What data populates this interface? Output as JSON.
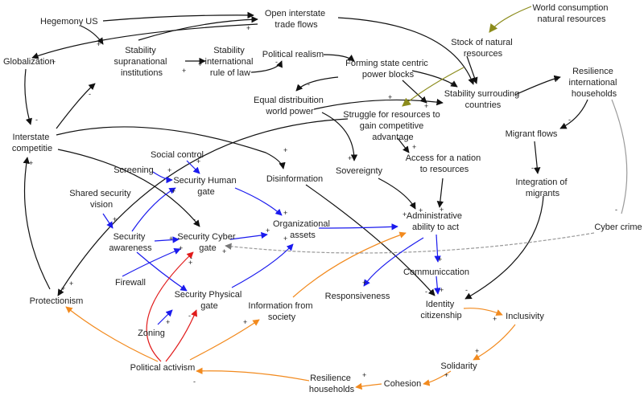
{
  "colors": {
    "black": "#111111",
    "blue": "#1a1aee",
    "orange": "#f28a1e",
    "red": "#e11b1b",
    "olive": "#8c8c1c",
    "gray": "#9a9a9a"
  },
  "nodes": {
    "hegemony_us": [
      "Hegemony US"
    ],
    "globalization": [
      "Globalization"
    ],
    "open_trade": [
      "Open interstate",
      "trade flows"
    ],
    "world_consumption": [
      "World consumption",
      "natural resources"
    ],
    "stability_supranational": [
      "Stability",
      "supranational",
      "institutions"
    ],
    "stability_international": [
      "Stability",
      "international",
      "rule of law"
    ],
    "political_realism": [
      "Political realism"
    ],
    "stock_natural": [
      "Stock of natural",
      "resources"
    ],
    "forming_blocks": [
      "Forming state centric",
      "power blocks"
    ],
    "resilience_intl": [
      "Resilience",
      "international",
      "households"
    ],
    "equal_distribution": [
      "Equal distribuition",
      "world power"
    ],
    "stability_surrounding": [
      "Stability surrouding",
      "countries"
    ],
    "struggle": [
      "Struggle for resources to",
      "gain competitive",
      "advantage"
    ],
    "interstate_competition": [
      "Interstate",
      "competitie"
    ],
    "social_control": [
      "Social control"
    ],
    "screening": [
      "Screening"
    ],
    "security_human": [
      "Security Human",
      "gate"
    ],
    "disinformation": [
      "Disinformation"
    ],
    "sovereignty": [
      "Sovereignty"
    ],
    "access_resources": [
      "Access for a nation",
      "to resources"
    ],
    "migrant_flows": [
      "Migrant flows"
    ],
    "integration_migrants": [
      "Integration of",
      "migrants"
    ],
    "shared_vision": [
      "Shared security",
      "vision"
    ],
    "organizational_assets": [
      "Organizational",
      "assets"
    ],
    "administrative": [
      "Administrative",
      "ability to act"
    ],
    "cyber_crime": [
      "Cyber crime"
    ],
    "security_awareness": [
      "Security",
      "awareness"
    ],
    "security_cyber": [
      "Security Cyber",
      "gate"
    ],
    "firewall": [
      "Firewall"
    ],
    "communication": [
      "Communiccation"
    ],
    "protectionism": [
      "Protectionism"
    ],
    "security_physical": [
      "Security Physical",
      "gate"
    ],
    "information_society": [
      "Information from",
      "society"
    ],
    "responsiveness": [
      "Responsiveness"
    ],
    "identity": [
      "Identity",
      "citizenship"
    ],
    "inclusivity": [
      "Inclusivity"
    ],
    "zoning": [
      "Zoning"
    ],
    "solidarity": [
      "Solidarity"
    ],
    "political_activism": [
      "Political activism"
    ],
    "resilience_households": [
      "Resilience",
      "households"
    ],
    "cohesion": [
      "Cohesion"
    ]
  },
  "polarity": {
    "positive": "+",
    "negative": "-"
  }
}
